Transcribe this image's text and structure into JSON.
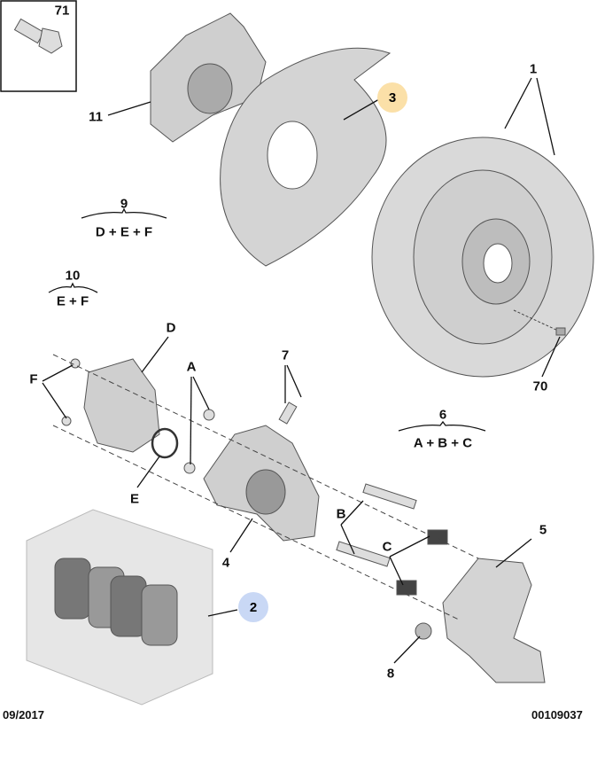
{
  "diagram": {
    "labels": {
      "p71": "71",
      "p11": "11",
      "p3": "3",
      "p1": "1",
      "p9": "9",
      "p9_group": "D + E + F",
      "p10": "10",
      "p10_group": "E + F",
      "D": "D",
      "F": "F",
      "A": "A",
      "p7": "7",
      "p70": "70",
      "p6": "6",
      "p6_group": "A + B + C",
      "E": "E",
      "B": "B",
      "C": "C",
      "p5": "5",
      "p4": "4",
      "p2": "2",
      "p8": "8"
    },
    "highlight_colors": {
      "p3": "#fbe0a8",
      "p2": "#c9d8f5"
    },
    "footer": {
      "date": "09/2017",
      "reference": "00109037"
    }
  }
}
